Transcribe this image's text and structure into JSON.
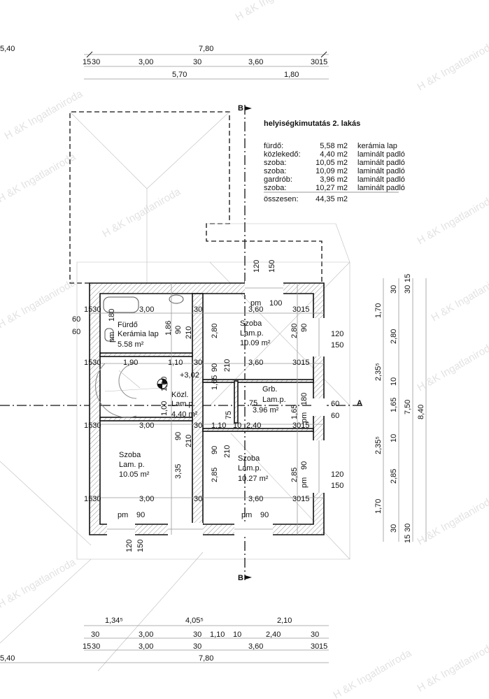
{
  "watermark": "H &K Ingatlaniroda",
  "table": {
    "title": "helyiségkimutatás 2. lakás",
    "rows": [
      {
        "room": "fürdő:",
        "area": "5,58 m2",
        "floor": "kerámia lap"
      },
      {
        "room": "közlekedő:",
        "area": "4,40 m2",
        "floor": "laminált padló"
      },
      {
        "room": "szoba:",
        "area": "10,05 m2",
        "floor": "laminált padló"
      },
      {
        "room": "szoba:",
        "area": "10,09 m2",
        "floor": "laminált padló"
      },
      {
        "room": "gardrób:",
        "area": "3,96 m2",
        "floor": "laminált padló"
      },
      {
        "room": "szoba:",
        "area": "10,27 m2",
        "floor": "laminált padló"
      }
    ],
    "total_label": "összesen:",
    "total_area": "44,35 m2"
  },
  "rooms": {
    "bath": {
      "name": "Fürdő",
      "floor": "Kerámia lap",
      "area": "5.58 m²"
    },
    "room_ne": {
      "name": "Szoba",
      "floor": "Lam.p.",
      "area": "10.09 m²"
    },
    "hall": {
      "name": "Közl.",
      "floor": "Lam.p.",
      "area": "4.40 m²",
      "level": "+3,02"
    },
    "wardrobe": {
      "name": "Grb.",
      "floor": "Lam.p.",
      "area": "3.96 m²"
    },
    "room_sw": {
      "name": "Szoba",
      "floor": "Lam. p.",
      "area": "10.05 m²"
    },
    "room_se": {
      "name": "Szoba",
      "floor": "Lam.p.",
      "area": "10.27 m²"
    }
  },
  "sections": {
    "a": "A",
    "b": "B"
  },
  "dims": {
    "top_total": "7,80",
    "left_edge": "5,40",
    "top_row": [
      "15",
      "30",
      "3,00",
      "30",
      "3,60",
      "30",
      "15"
    ],
    "top_sub": [
      "5,70",
      "1,80"
    ],
    "bottom_row1": [
      "1,34⁵",
      "4,05⁵",
      "2,10"
    ],
    "bottom_row2": [
      "30",
      "3,00",
      "30",
      "1,10",
      "10",
      "2,40",
      "30"
    ],
    "bottom_row3": [
      "15",
      "30",
      "3,00",
      "30",
      "3,60",
      "30",
      "15"
    ],
    "bottom_total": "7,80",
    "right_col1": [
      "1,70",
      "2,35⁵",
      "2,35⁵",
      "1,70"
    ],
    "right_col2": [
      "30",
      "2,80",
      "10",
      "1,65",
      "10",
      "2,85",
      "30"
    ],
    "right_col3": [
      "30",
      "15",
      "7,50",
      "15",
      "30"
    ],
    "right_total": "8,40",
    "inner": {
      "d3000": "3,00",
      "d360": "3,60",
      "d30": "30",
      "d1530": "1530",
      "d3015": "3015",
      "d180": "180",
      "d186": "1,86",
      "d90": "90",
      "d210": "210",
      "d280": "2,80",
      "d190": "1,90",
      "d110": "1,10",
      "d10": "10",
      "d100": "1,00",
      "d165": "1,65",
      "d75": "75",
      "d240": "2,40",
      "d335": "3,35",
      "d285": "2,85",
      "pm": "pm",
      "pm100": "100",
      "pm90": "90",
      "d120": "120",
      "d150": "150",
      "d60": "60"
    }
  }
}
